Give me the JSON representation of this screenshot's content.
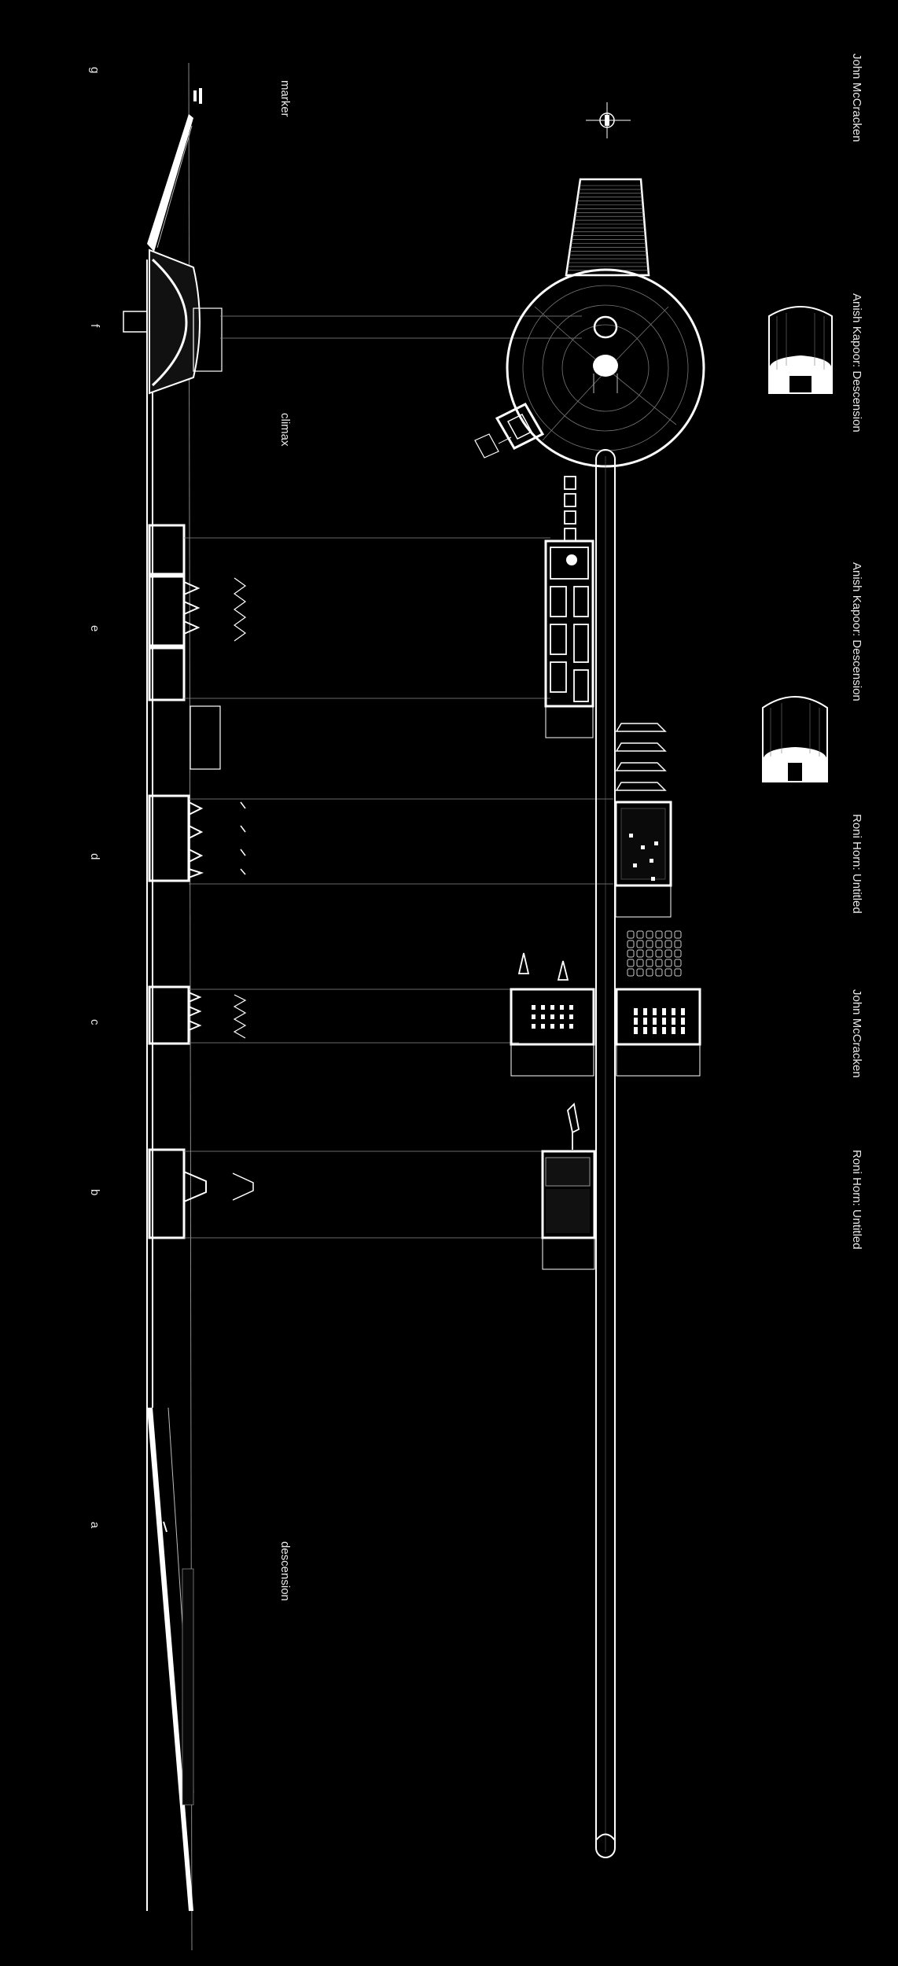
{
  "section_letters": [
    "g",
    "f",
    "e",
    "d",
    "c",
    "b",
    "a"
  ],
  "phase_labels": {
    "marker": "marker",
    "climax": "climax",
    "descension": "descension"
  },
  "artworks": [
    "John McCracken",
    "Anish Kapoor: Descension",
    "Anish Kapoor: Descension",
    "Roni Horn: Untitled",
    "John McCracken",
    "Roni Horn: Untitled"
  ],
  "colors": {
    "background": "#000000",
    "line": "#ffffff",
    "fill": "#ffffff",
    "guide": "#8a8a8a"
  }
}
